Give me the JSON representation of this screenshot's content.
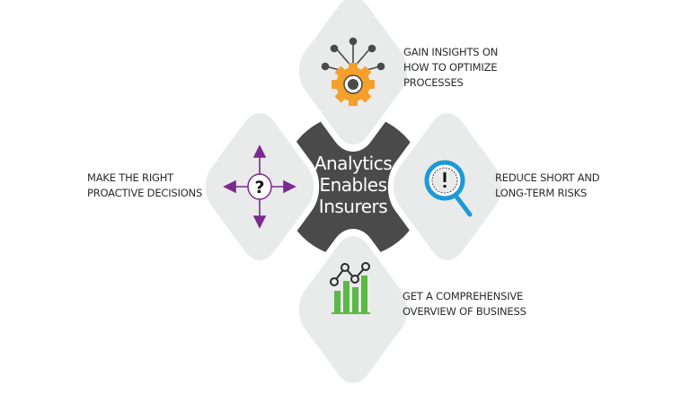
{
  "center": {
    "title_lines": [
      "Analytics",
      "Enables",
      "Insurers"
    ],
    "color": "#4a4a4b"
  },
  "items": [
    {
      "position": "top",
      "icon": "gear-with-nodes-icon",
      "icon_color": "#f5a02a",
      "label_lines": [
        "GAIN INSIGHTS ON",
        "HOW TO OPTIMIZE",
        "PROCESSES"
      ]
    },
    {
      "position": "left",
      "icon": "question-arrows-icon",
      "icon_color": "#7b2a8e",
      "label_lines": [
        "MAKE THE RIGHT",
        "PROACTIVE DECISIONS"
      ]
    },
    {
      "position": "right",
      "icon": "magnifier-alert-icon",
      "icon_color": "#1d9ad6",
      "label_lines": [
        "REDUCE SHORT AND",
        "LONG-TERM RISKS"
      ]
    },
    {
      "position": "bottom",
      "icon": "bar-line-chart-icon",
      "icon_color": "#5cb946",
      "label_lines": [
        "GET A COMPREHENSIVE",
        "OVERVIEW OF BUSINESS"
      ]
    }
  ],
  "colors": {
    "diamond_fill": "#e9eaea",
    "text": "#2b2b2b",
    "background": "#ffffff"
  }
}
